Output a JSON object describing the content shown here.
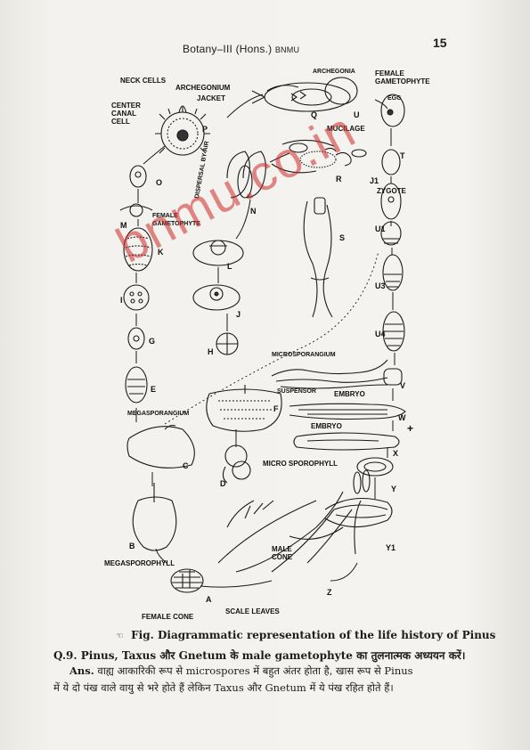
{
  "header": {
    "title": "Botany–III (Hons.)",
    "title_suffix": "BNMU",
    "page_number": "15"
  },
  "watermark": "bnmu.co.in",
  "figure": {
    "labels": {
      "neck_cells": "NECK CELLS",
      "archegonium": "ARCHEGONIUM",
      "jacket": "JACKET",
      "center_canal_cell": "CENTER\nCANAL\nCELL",
      "archegonia": "ARCHEGONIA",
      "female_gametophyte_top": "FEMALE\nGAMETOPHYTE",
      "egg": "EGG",
      "mucilage": "MUCILAGE",
      "dispersal_by_air": "DISPERSAL BY AIR",
      "zygote": "ZYGOTE",
      "female_gametophyte_mid": "FEMALE\nGAMETOPHYTE",
      "microsporangium": "MICROSPORANGIUM",
      "megasporangium": "MEGASPORANGIUM",
      "suspensor": "SUSPENSOR",
      "embryo_1": "EMBRYO",
      "embryo_2": "EMBRYO",
      "micro_sporophyll": "MICRO SPOROPHYLL",
      "male_cone": "MALE\nCONE",
      "megasporophyll": "MEGASPOROPHYLL",
      "scale_leaves": "SCALE LEAVES",
      "female_cone": "FEMALE CONE"
    },
    "letters": {
      "p": "P",
      "q": "Q",
      "u": "U",
      "t": "T",
      "o": "O",
      "r": "R",
      "j1": "J1",
      "n": "N",
      "m": "M",
      "s": "S",
      "u1": "U1",
      "k": "K",
      "l": "L",
      "u3": "U3",
      "j": "J",
      "u4": "U4",
      "i": "I",
      "g": "G",
      "h": "H",
      "v": "V",
      "e": "E",
      "f": "F",
      "w": "W",
      "plus": "+",
      "x": "X",
      "c": "C",
      "d": "D",
      "y": "Y",
      "b": "B",
      "y1": "Y1",
      "z": "Z",
      "a": "A"
    }
  },
  "caption": {
    "mark": "☜",
    "text": "Fig. Diagrammatic representation of the life history of Pinus"
  },
  "question": {
    "text": "Q.9. Pinus, Taxus और Gnetum के male gametophyte का तुलनात्मक अध्ययन करें।"
  },
  "answer": {
    "label": "Ans.",
    "line1": "वाह्य आकारिकी रूप से microspores में बहुत अंतर होता है, खास रूप से Pinus",
    "line2": "में ये दो पंख वाले वायु से भरे होते हैं लेकिन Taxus और Gnetum में ये पंख रहित होते हैं।"
  }
}
